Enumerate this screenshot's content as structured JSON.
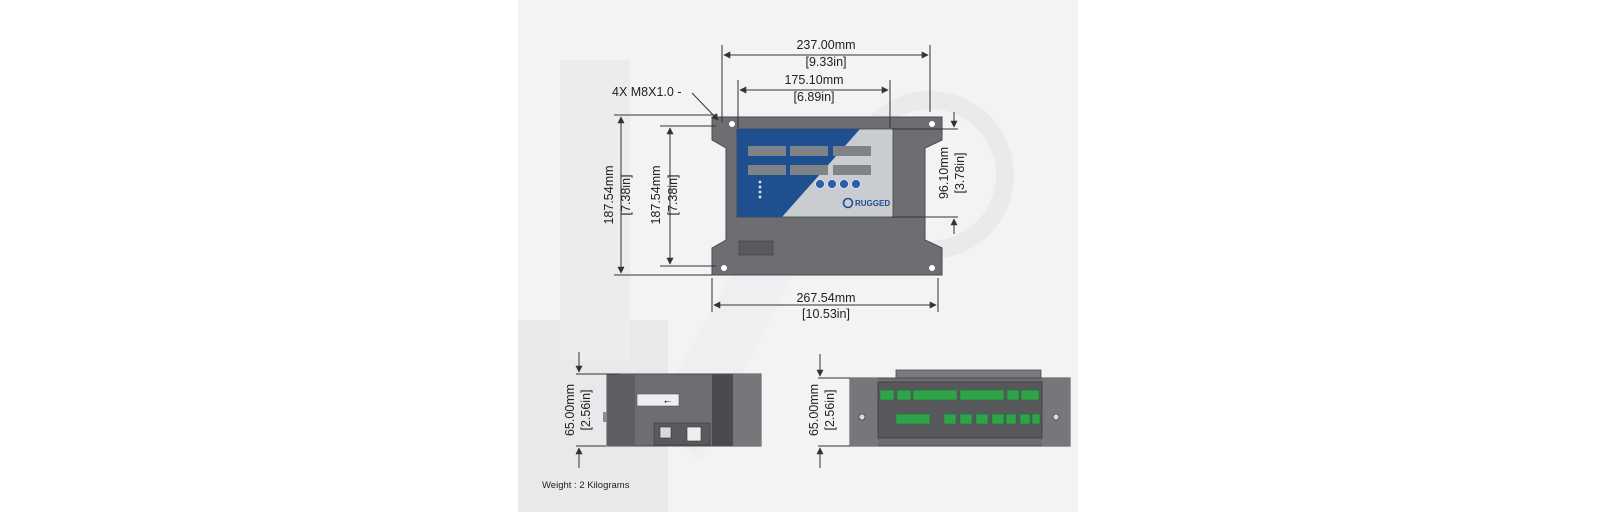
{
  "dimensions": {
    "top_width": {
      "mm": "237.00mm",
      "in": "[9.33in]"
    },
    "hole_spacing": {
      "mm": "175.10mm",
      "in": "[6.89in]"
    },
    "mount_thread": "4X M8X1.0 -",
    "overall_height": {
      "mm": "187.54mm",
      "in": "[7.38in]"
    },
    "hole_height": {
      "mm": "187.54mm",
      "in": "[7.38in]"
    },
    "panel_height": {
      "mm": "96.10mm",
      "in": "[3.78in]"
    },
    "base_width": {
      "mm": "267.54mm",
      "in": "[10.53in]"
    },
    "side_depth": {
      "mm": "65.00mm",
      "in": "[2.56in]"
    },
    "rear_depth": {
      "mm": "65.00mm",
      "in": "[2.56in]"
    }
  },
  "weight_note": "Weight : 2 Kilograms",
  "brand": "RUGGED",
  "colors": {
    "housing": "#6e6e72",
    "housing_dark": "#4b4b4f",
    "faceplate_blue": "#1f4f8f",
    "faceplate_grey": "#c9ccd1",
    "terminal_green": "#2fa24a"
  }
}
